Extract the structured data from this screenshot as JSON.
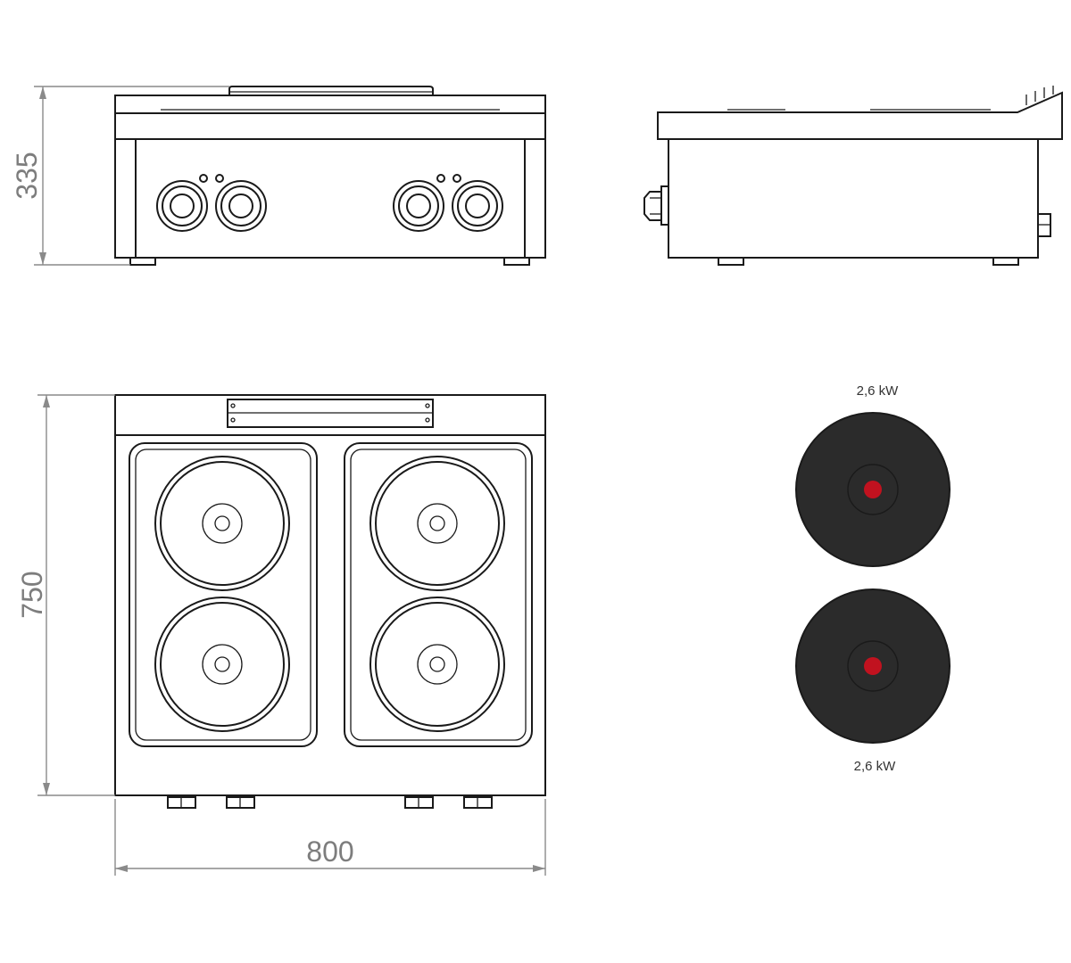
{
  "dimensions": {
    "height": "335",
    "depth": "750",
    "width": "800"
  },
  "hotplates": {
    "top_power": "2,6 kW",
    "bottom_power": "2,6 kW",
    "plate_color": "#2b2b2b",
    "indicator_color": "#c1121f"
  }
}
